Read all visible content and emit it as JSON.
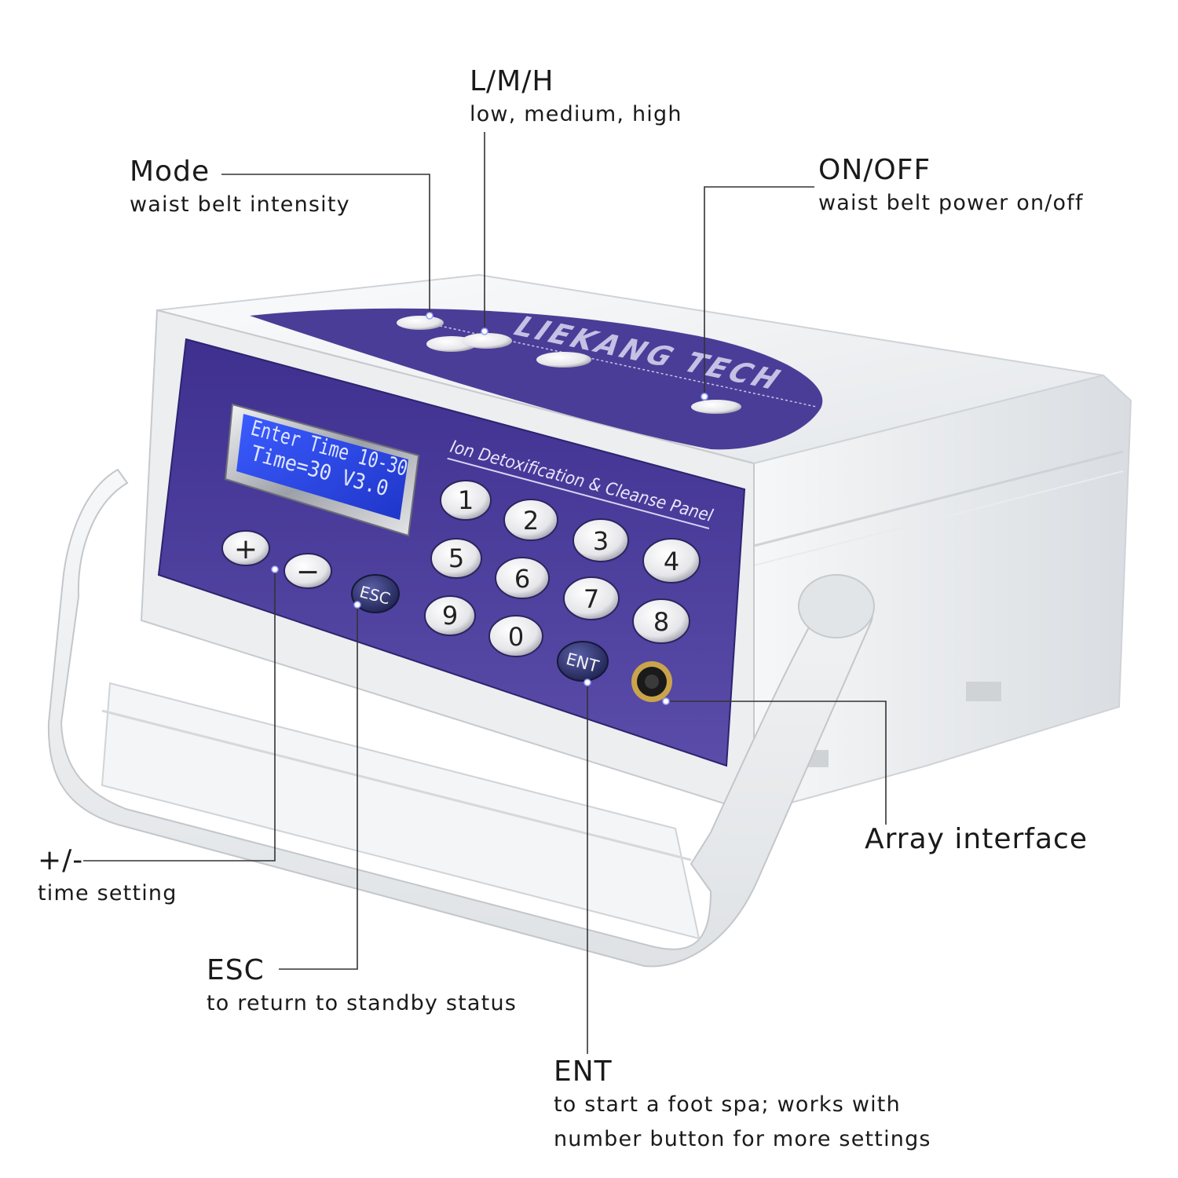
{
  "device": {
    "lcd_line1": "Enter Time 10-30",
    "lcd_line2": "Time=30   V3.0",
    "panel_title": "Ion Detoxification & Cleanse Panel",
    "keys": [
      "1",
      "2",
      "3",
      "4",
      "5",
      "6",
      "7",
      "8",
      "9",
      "0"
    ],
    "plus_label": "+",
    "minus_label": "−",
    "esc_label": "ESC",
    "ent_label": "ENT",
    "brand_logo_text": "LIEKANG TECH"
  },
  "callouts": {
    "lmh": {
      "title": "L/M/H",
      "subtitle": "low, medium, high"
    },
    "mode": {
      "title": "Mode",
      "subtitle": "waist belt intensity"
    },
    "onoff": {
      "title": "ON/OFF",
      "subtitle": "waist belt power on/off"
    },
    "plusminus": {
      "title": "+/-",
      "subtitle": "time setting"
    },
    "esc": {
      "title": "ESC",
      "subtitle": "to return to standby status"
    },
    "ent": {
      "title": "ENT",
      "subtitle_line1": "to start a foot spa; works with",
      "subtitle_line2": "number button for more settings"
    },
    "array": {
      "title": "Array interface"
    }
  },
  "colors": {
    "panel_purple": "#4a3d97",
    "lcd_blue": "#2a47e6",
    "body_white": "#eef0f2"
  }
}
